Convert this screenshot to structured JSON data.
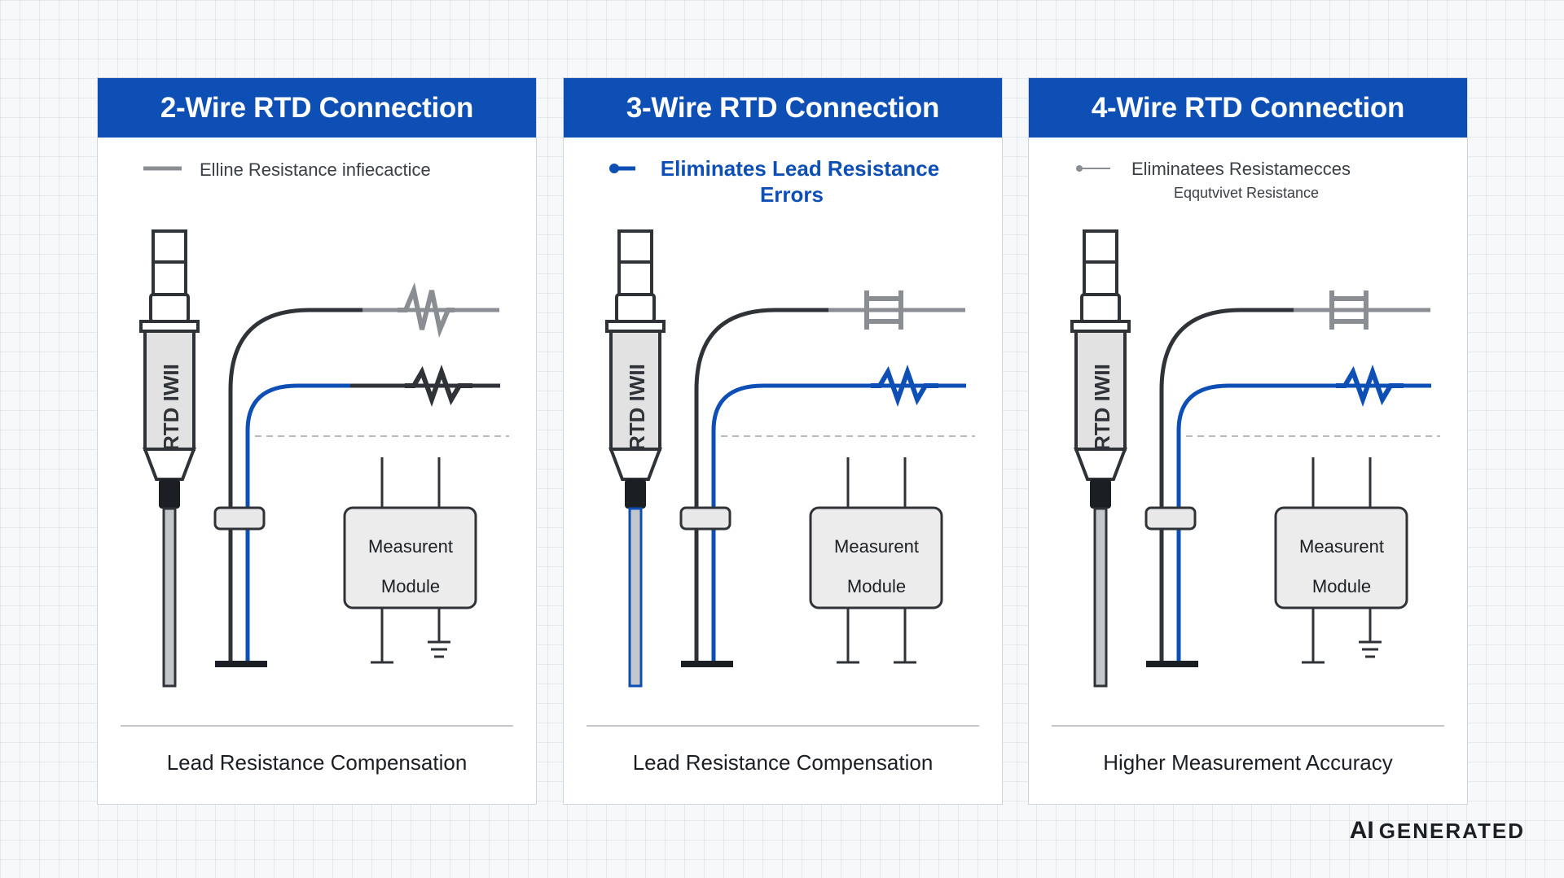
{
  "panels": [
    {
      "title": "2-Wire RTD Connection",
      "subtitle": "Elline Resistance infiecactice",
      "subtitle2": "",
      "sensor_label": "RTD IWII",
      "module_line1": "Measurent",
      "module_line2": "Module",
      "footer": "Lead Resistance Compensation"
    },
    {
      "title": "3-Wire RTD Connection",
      "subtitle": "Eliminates Lead Resistance",
      "subtitle2": "Errors",
      "sensor_label": "RTD IWII",
      "module_line1": "Measurent",
      "module_line2": "Module",
      "footer": "Lead Resistance Compensation"
    },
    {
      "title": "4-Wire RTD Connection",
      "subtitle": "Eliminatees Resistamecces",
      "subtitle2": "Eqqutvivet Resistance",
      "sensor_label": "RTD IWII",
      "module_line1": "Measurent",
      "module_line2": "Module",
      "footer": "Higher Measurement Accuracy"
    }
  ],
  "watermark": {
    "ai": "AI",
    "text": "GENERATED"
  },
  "colors": {
    "header": "#0d4fb5",
    "blue_wire": "#0d4fb5",
    "dark_wire": "#2f3338",
    "gray_wire": "#8a8e93",
    "module_fill": "#ececec"
  }
}
